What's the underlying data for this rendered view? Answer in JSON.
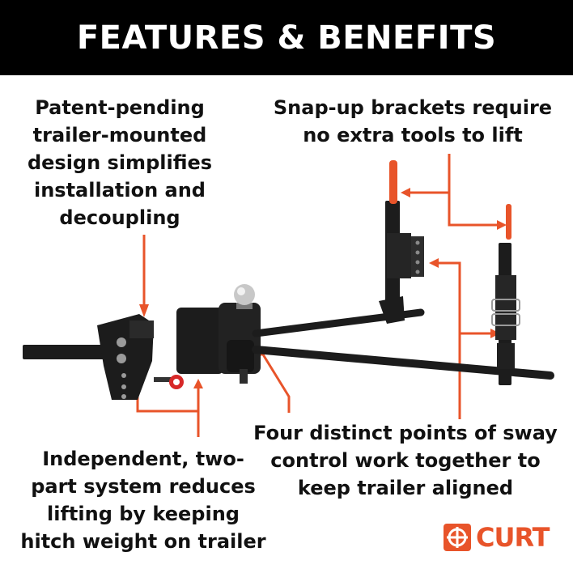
{
  "header": {
    "title": "FEATURES & BENEFITS"
  },
  "callouts": {
    "top_left": [
      "Patent-pending",
      "trailer-mounted",
      "design simplifies",
      "installation and",
      "decoupling"
    ],
    "top_right": [
      "Snap-up brackets require",
      "no extra tools to lift"
    ],
    "bottom_right": [
      "Four distinct points of sway",
      "control work together to",
      "keep trailer aligned"
    ],
    "bottom_left": [
      "Independent, two-",
      "part system reduces",
      "lifting by keeping",
      "hitch weight on trailer"
    ]
  },
  "brand": {
    "logo_text": "CURT",
    "logo_icon": "curt-logo-icon"
  },
  "colors": {
    "accent": "#e8542a",
    "header_bg": "#000000",
    "text": "#111111",
    "steel": "#1c1c1c"
  }
}
